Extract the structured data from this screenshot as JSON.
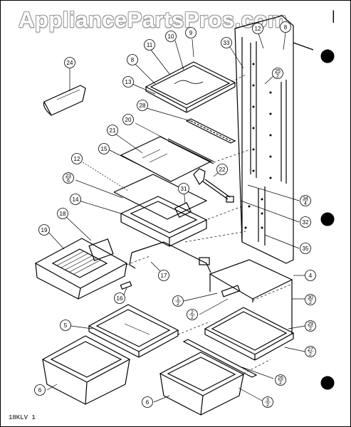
{
  "watermark": "AppliancePartsPros.com",
  "header_tick": "|",
  "drawing_code": "18KLV 1",
  "callouts": [
    {
      "id": "c24",
      "text": "24"
    },
    {
      "id": "c11",
      "text": "11"
    },
    {
      "id": "c10",
      "text": "10"
    },
    {
      "id": "c9",
      "text": "9"
    },
    {
      "id": "c33",
      "text": "33"
    },
    {
      "id": "c12a",
      "text": "12"
    },
    {
      "id": "c8a",
      "text": "8"
    },
    {
      "id": "c25",
      "text": "25",
      "sub": "2"
    },
    {
      "id": "c8b",
      "text": "8"
    },
    {
      "id": "c13",
      "text": "13"
    },
    {
      "id": "c28",
      "text": "28"
    },
    {
      "id": "c20",
      "text": "20"
    },
    {
      "id": "c21",
      "text": "21"
    },
    {
      "id": "c15",
      "text": "15"
    },
    {
      "id": "c12b",
      "text": "12"
    },
    {
      "id": "c22",
      "text": "22"
    },
    {
      "id": "c23",
      "text": "23",
      "sub": "6"
    },
    {
      "id": "c31",
      "text": "31"
    },
    {
      "id": "c14",
      "text": "14"
    },
    {
      "id": "c34",
      "text": "34",
      "sub": "4"
    },
    {
      "id": "c18",
      "text": "18"
    },
    {
      "id": "c32",
      "text": "32"
    },
    {
      "id": "c19",
      "text": "19"
    },
    {
      "id": "c35",
      "text": "35"
    },
    {
      "id": "c4",
      "text": "4"
    },
    {
      "id": "c17",
      "text": "17"
    },
    {
      "id": "c1",
      "text": "1",
      "sub": "2"
    },
    {
      "id": "c30",
      "text": "30",
      "sub": "2"
    },
    {
      "id": "c2",
      "text": "2",
      "sub": "2"
    },
    {
      "id": "c16",
      "text": "16"
    },
    {
      "id": "c5",
      "text": "5"
    },
    {
      "id": "c29",
      "text": "29",
      "sub": "2"
    },
    {
      "id": "c27",
      "text": "27",
      "sub": "2"
    },
    {
      "id": "c26",
      "text": "26",
      "sub": "2"
    },
    {
      "id": "c6a",
      "text": "6"
    },
    {
      "id": "c3",
      "text": "3",
      "sub": "2"
    },
    {
      "id": "c6b",
      "text": "6"
    }
  ],
  "colors": {
    "ink": "#000000",
    "paper": "#ffffff",
    "watermark_outline": "#9a9a9a"
  }
}
